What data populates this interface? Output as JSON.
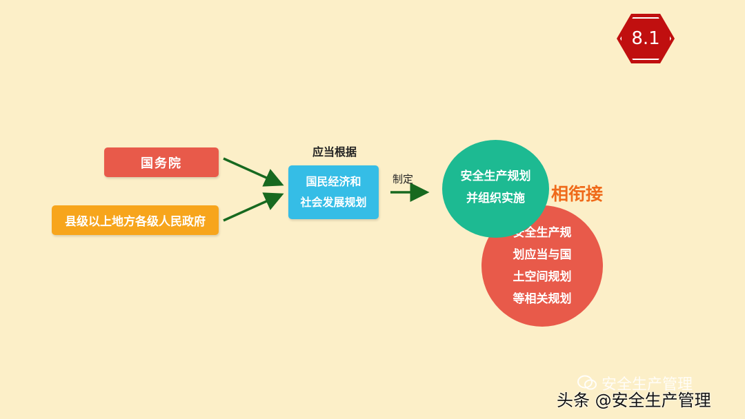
{
  "slide": {
    "badge": "8.1",
    "left_boxes": {
      "state_council": "国务院",
      "local_gov": "县级以上地方各级人民政府"
    },
    "basis_label": "应当根据",
    "plan_box": {
      "line1": "国民经济和",
      "line2": "社会发展规划"
    },
    "make_label": "制定",
    "green_circle": {
      "line1": "安全生产规划",
      "line2": "并组织实施"
    },
    "link_label": "相衔接",
    "red_circle": {
      "line1": "安全生产规",
      "line2": "划应当与国",
      "line3": "土空间规划",
      "line4": "等相关规划"
    },
    "watermark": {
      "faint": "安全生产管理",
      "main": "头条 @安全生产管理"
    }
  },
  "colors": {
    "background": "#fcefc8",
    "badge": "#c00f0f",
    "red": "#e85a4a",
    "orange_box": "#f7a51c",
    "blue_box": "#35bde6",
    "green_circle": "#1dba92",
    "arrow": "#17691f",
    "link_text": "#ef6a1a"
  }
}
